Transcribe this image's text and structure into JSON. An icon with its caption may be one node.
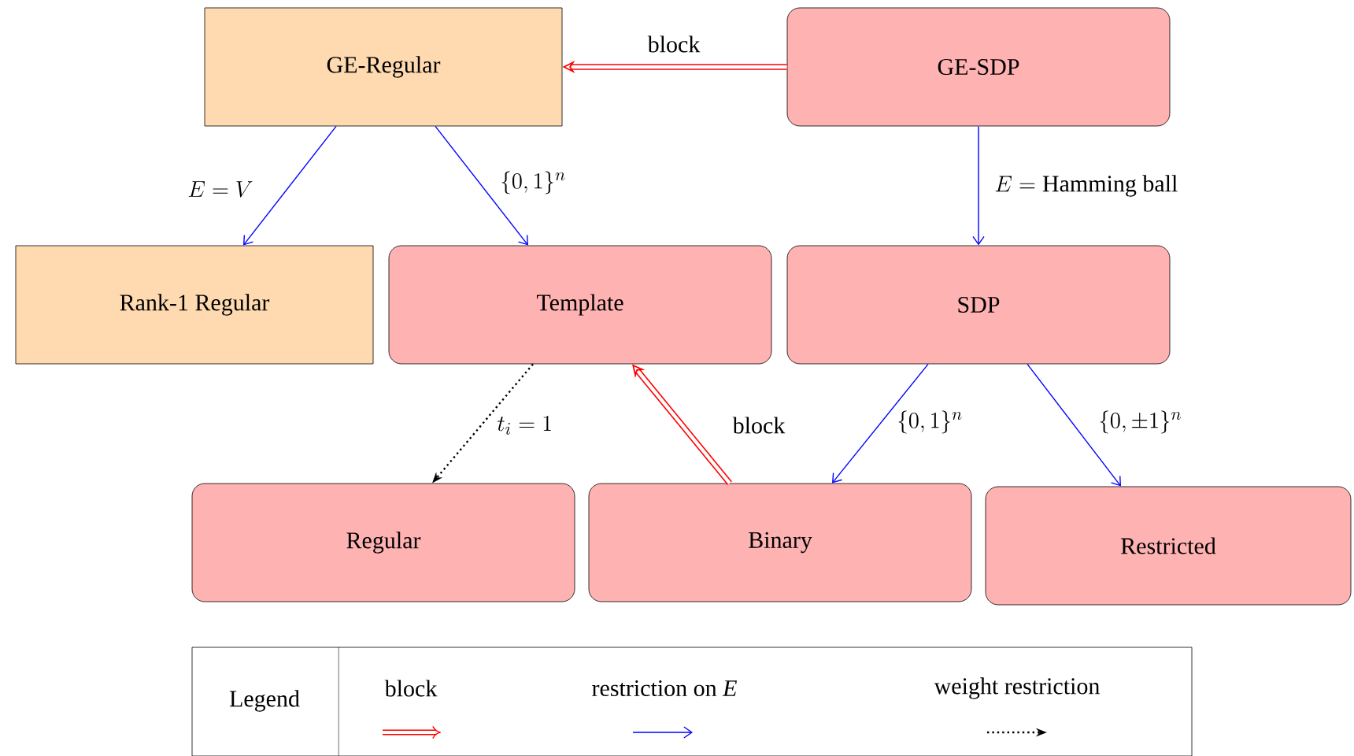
{
  "diagram": {
    "nodes": [
      {
        "text": [
          "GE-Regular"
        ]
      },
      {
        "text": [
          "GE-SDP"
        ]
      },
      {
        "text": [
          "Rank-1 Regular"
        ]
      },
      {
        "text": [
          "Template"
        ]
      },
      {
        "text": [
          "SDP"
        ]
      },
      {
        "text": [
          "Regular"
        ]
      },
      {
        "text": [
          "Binary"
        ]
      },
      {
        "text": [
          "Restricted"
        ]
      }
    ],
    "edges": [
      {
        "from": 1,
        "to": 0,
        "arrow": "to",
        "label": "\\mbox{block}",
        "style": "thick",
        "color": "#ff0000"
      },
      {
        "from": 0,
        "to": 2,
        "arrow": "to",
        "label": "E = V"
      },
      {
        "from": 0,
        "to": 3,
        "arrow": "to",
        "label": "\\{0,1\\}^n"
      },
      {
        "from": 1,
        "to": 4,
        "arrow": "to",
        "label": "E = \\mbox{Hamming ball}"
      },
      {
        "from": 3,
        "to": 5,
        "arrow": "to",
        "label": "t_i = 1",
        "style": "dashed",
        "color": "#000000"
      },
      {
        "from": 6,
        "to": 3,
        "arrow": "to",
        "label": "\\mbox{block}",
        "style": "thick",
        "color": "#ff0000"
      },
      {
        "from": 4,
        "to": 6,
        "arrow": "to",
        "label": "\\{0,1\\}^n"
      },
      {
        "from": 4,
        "to": 7,
        "arrow": "to",
        "label": "\\{0,\\pm 1\\}^n"
      }
    ],
    "labels": [
      "Legend"
    ],
    "legend": [
      {
        "text": "block"
      },
      {
        "text": "restriction on *E*"
      },
      {
        "text": "weight restriction"
      }
    ]
  }
}
